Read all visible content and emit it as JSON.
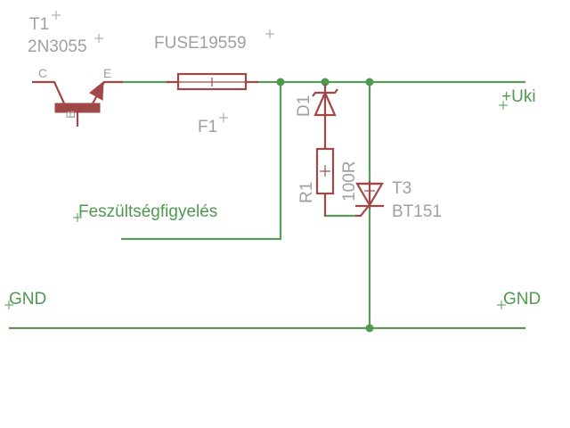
{
  "colors": {
    "wire": "#5a9a5a",
    "component": "#a04848",
    "component_label": "#a0a0a0",
    "net_label": "#4f9a4f",
    "background": "#ffffff"
  },
  "components": {
    "t1": {
      "name": "T1",
      "value": "2N3055",
      "pin_c": "C",
      "pin_e": "E",
      "pin_b": "B",
      "symbol": "npn-transistor-icon"
    },
    "f1": {
      "name": "F1",
      "value": "FUSE19559",
      "symbol": "fuse-icon"
    },
    "d1": {
      "name": "D1",
      "symbol": "zener-diode-icon"
    },
    "r1": {
      "name": "R1",
      "value": "100R",
      "symbol": "resistor-icon"
    },
    "t3": {
      "name": "T3",
      "value": "BT151",
      "symbol": "thyristor-icon"
    }
  },
  "nets": {
    "uki": "+Uki",
    "monitor": "Feszültségfigyelés",
    "gnd_left": "GND",
    "gnd_right": "GND"
  }
}
